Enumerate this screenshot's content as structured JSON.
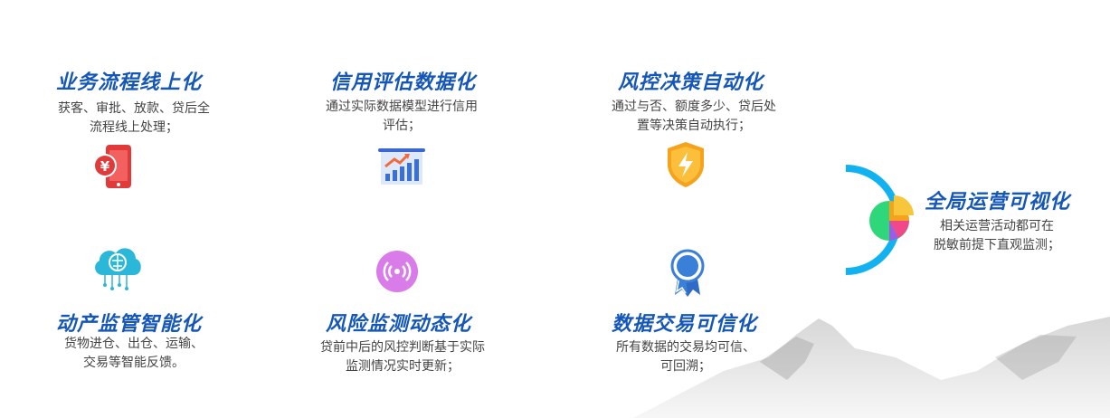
{
  "stages": [
    {
      "title": "业务流程线上化",
      "desc": [
        "获客、审批、放款、贷后全",
        "流程线上处理；"
      ]
    },
    {
      "title": "信用评估数据化",
      "desc": [
        "通过实际数据模型进行信用",
        "评估；"
      ]
    },
    {
      "title": "风控决策自动化",
      "desc": [
        "通过与否、额度多少、贷后处",
        "置等决策自动执行；"
      ]
    },
    {
      "title": "全局运营可视化",
      "desc": [
        "相关运营活动都可在",
        "脱敏前提下直观监测；"
      ]
    },
    {
      "title": "动产监管智能化",
      "desc": [
        "货物进仓、出仓、运输、",
        "交易等智能反馈。"
      ]
    },
    {
      "title": "风险监测动态化",
      "desc": [
        "贷前中后的风控判断基于实际",
        "监测情况实时更新；"
      ]
    },
    {
      "title": "数据交易可信化",
      "desc": [
        "所有数据的交易均可信、",
        "可回溯；"
      ]
    }
  ],
  "icons": {
    "coin": "¥",
    "colors": {
      "line_start": "#2a55c8",
      "line_mid": "#1aa6ec",
      "red": "#e03a3a",
      "orange": "#f5a21d",
      "purple": "#d97be8",
      "blue": "#3a7fd8"
    }
  }
}
